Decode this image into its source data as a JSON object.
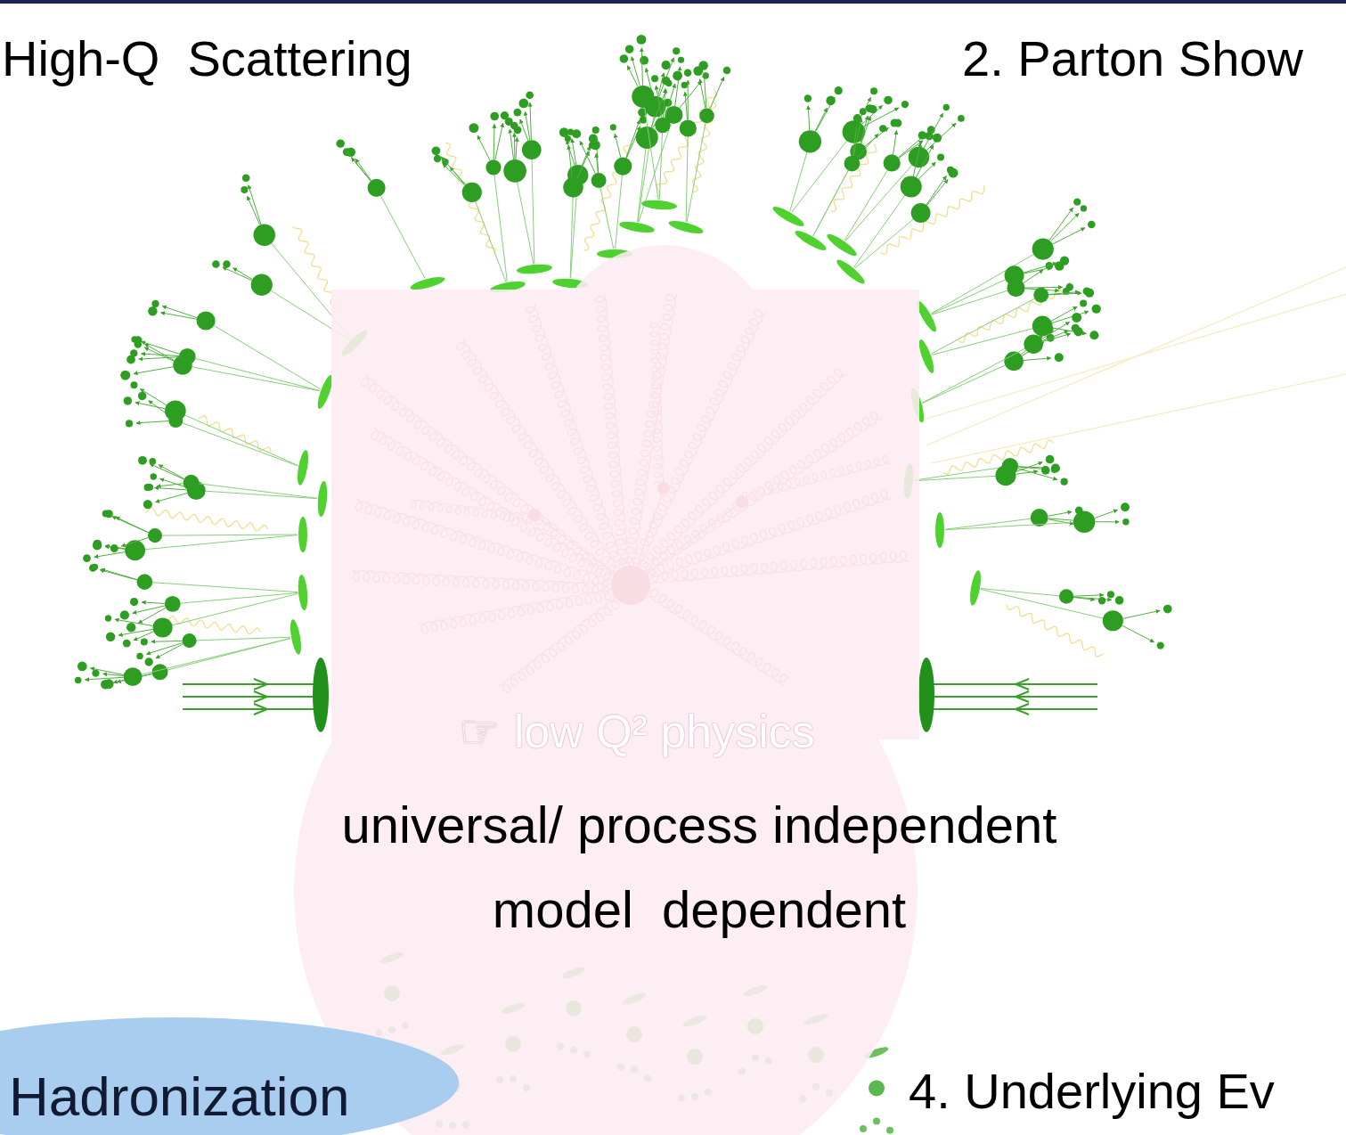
{
  "diagram": {
    "nodes": [
      {
        "text": [
          "☞ low Q² physics",
          "universal/ process independent",
          "model  dependent"
        ]
      },
      {
        "text": [
          "Hadronization"
        ]
      }
    ],
    "labels": [
      "High-Q  Scattering",
      "2. Parton Show",
      "4. Underlying Ev"
    ]
  }
}
